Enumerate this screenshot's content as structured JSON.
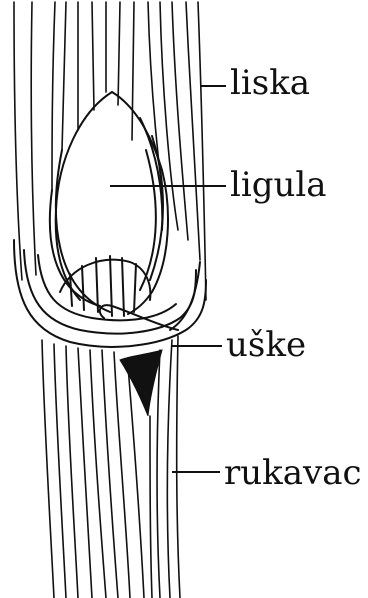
{
  "labels": {
    "blade": "liska",
    "ligule": "ligula",
    "auricles": "uške",
    "sheath": "rukavac"
  }
}
